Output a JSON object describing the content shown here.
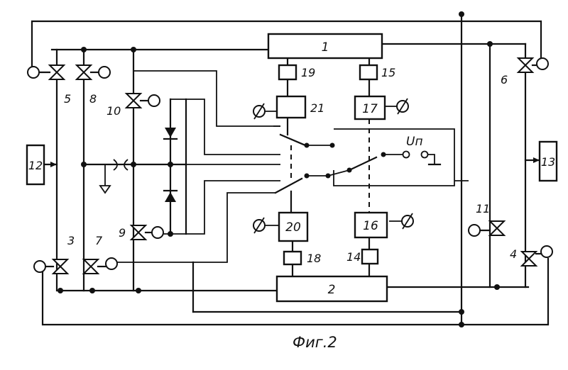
{
  "figure": {
    "caption": "Фиг.2",
    "supply_label": "Uп"
  },
  "blocks": {
    "b1": "1",
    "b2": "2",
    "b12": "12",
    "b13": "13",
    "b14": "14",
    "b15": "15",
    "b16": "16",
    "b17": "17",
    "b18": "18",
    "b19": "19",
    "b20": "20",
    "b21": "21"
  },
  "valves": {
    "v3": "3",
    "v4": "4",
    "v5": "5",
    "v6": "6",
    "v7": "7",
    "v8": "8",
    "v9": "9",
    "v10": "10",
    "v11": "11"
  }
}
